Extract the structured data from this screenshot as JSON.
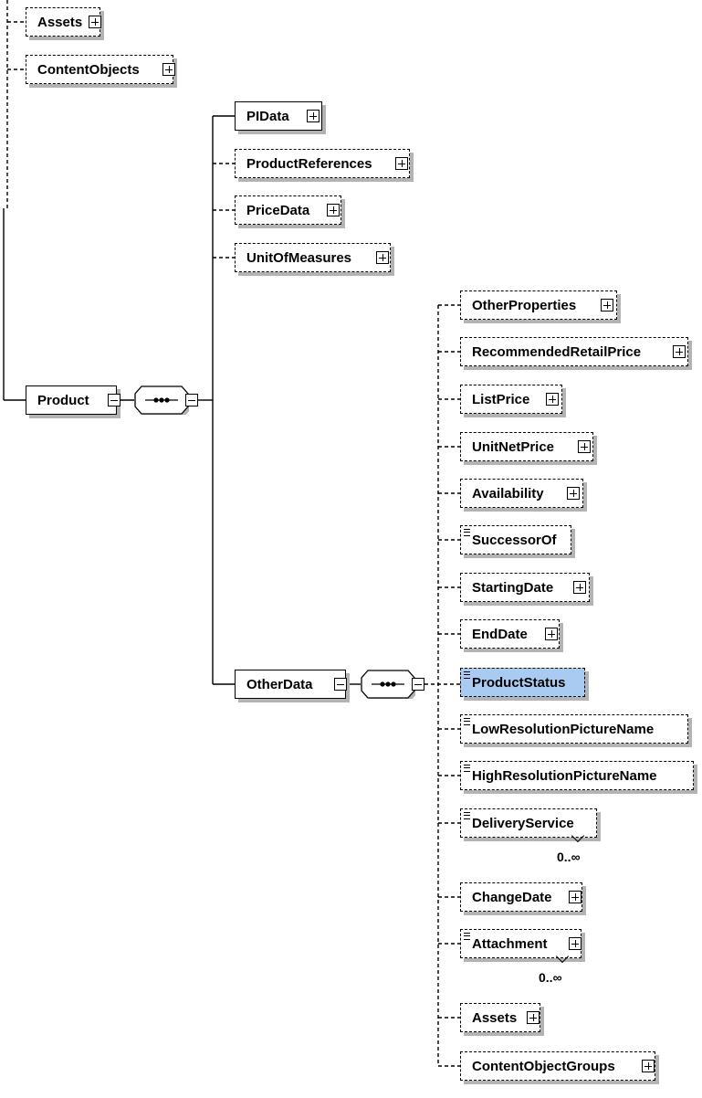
{
  "top_items": [
    {
      "label": "Assets",
      "expand": "plus"
    },
    {
      "label": "ContentObjects",
      "expand": "plus"
    }
  ],
  "product": {
    "label": "Product",
    "expand": "minus",
    "children": [
      {
        "label": "PIData",
        "expand": "plus",
        "required": true
      },
      {
        "label": "ProductReferences",
        "expand": "plus"
      },
      {
        "label": "PriceData",
        "expand": "plus"
      },
      {
        "label": "UnitOfMeasures",
        "expand": "plus"
      }
    ]
  },
  "other_data": {
    "label": "OtherData",
    "expand": "minus",
    "children": [
      {
        "label": "OtherProperties",
        "expand": "plus"
      },
      {
        "label": "RecommendedRetailPrice",
        "expand": "plus"
      },
      {
        "label": "ListPrice",
        "expand": "plus"
      },
      {
        "label": "UnitNetPrice",
        "expand": "plus"
      },
      {
        "label": "Availability",
        "expand": "plus"
      },
      {
        "label": "SuccessorOf",
        "simple": true
      },
      {
        "label": "StartingDate",
        "expand": "plus"
      },
      {
        "label": "EndDate",
        "expand": "plus"
      },
      {
        "label": "ProductStatus",
        "simple": true,
        "selected": true
      },
      {
        "label": "LowResolutionPictureName",
        "simple": true
      },
      {
        "label": "HighResolutionPictureName",
        "simple": true
      },
      {
        "label": "DeliveryService",
        "simple": true,
        "cardinality": "0..∞"
      },
      {
        "label": "ChangeDate",
        "expand": "plus"
      },
      {
        "label": "Attachment",
        "expand": "plus",
        "simple": true,
        "cardinality": "0..∞"
      },
      {
        "label": "Assets",
        "expand": "plus"
      },
      {
        "label": "ContentObjectGroups",
        "expand": "plus"
      }
    ]
  },
  "colors": {
    "selected_fill": "#a9cbf2",
    "shadow": "#b3b3b3",
    "line": "#000000"
  }
}
